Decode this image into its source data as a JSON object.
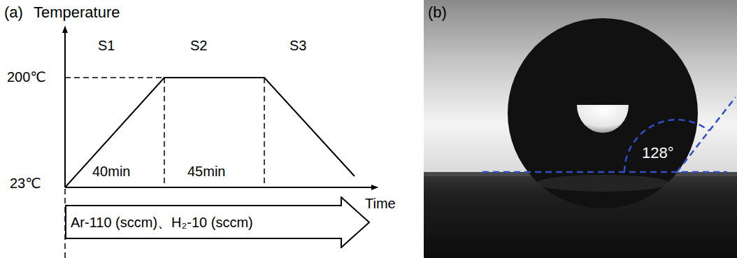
{
  "diagram": {
    "nodes": [
      {
        "text": [
          "Ar-110 (sccm)、H₂-10 (sccm)"
        ]
      }
    ],
    "edges": [],
    "labels": [
      "(a)",
      "Temperature",
      "S1",
      "S2",
      "S3",
      "200℃",
      "23℃",
      "40min",
      "45min",
      "Time",
      "(b)",
      "128°"
    ]
  }
}
